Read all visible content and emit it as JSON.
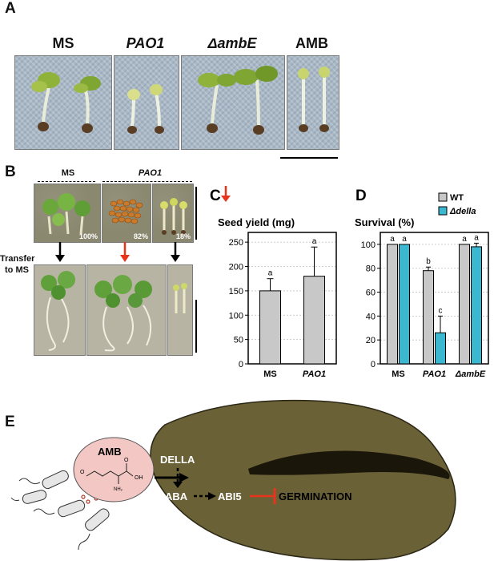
{
  "panel_a": {
    "letter": "A",
    "labels": [
      "MS",
      "PAO1",
      "ΔambE",
      "AMB"
    ]
  },
  "panel_b": {
    "letter": "B",
    "group_ms": "MS",
    "group_pao1": "PAO1",
    "percents": [
      "100%",
      "82%",
      "18%"
    ],
    "transfer_line1": "Transfer",
    "transfer_line2": "to MS"
  },
  "panel_e": {
    "letter": "E",
    "amb": "AMB",
    "della": "DELLA",
    "aba": "ABA",
    "abi5": "ABI5",
    "germination": "GERMINATION",
    "chem_oh": "OH",
    "chem_o": "O",
    "chem_nh2": "NH₂"
  },
  "colors": {
    "wt": "#c8c8c8",
    "della": "#3bb7d0",
    "arrow_red": "#e8341c",
    "seed": "#6b6137"
  },
  "chart_data": [
    {
      "panel": "C",
      "type": "bar",
      "title": "Seed yield (mg)",
      "categories": [
        "MS",
        "PAO1"
      ],
      "values": [
        150,
        180
      ],
      "errors": [
        25,
        60
      ],
      "letters": [
        "a",
        "a"
      ],
      "ylim": [
        0,
        270
      ],
      "yticks": [
        0,
        50,
        100,
        150,
        200,
        250
      ],
      "grid": true
    },
    {
      "panel": "D",
      "type": "bar",
      "title": "Survival (%)",
      "categories": [
        "MS",
        "PAO1",
        "ΔambE"
      ],
      "series": [
        {
          "name": "WT",
          "values": [
            100,
            78,
            100
          ],
          "errors": [
            0,
            3,
            0
          ],
          "letters": [
            "a",
            "b",
            "a"
          ]
        },
        {
          "name": "Δdella",
          "values": [
            100,
            26,
            98
          ],
          "errors": [
            0,
            14,
            3
          ],
          "letters": [
            "a",
            "c",
            "a"
          ]
        }
      ],
      "ylim": [
        0,
        110
      ],
      "yticks": [
        0,
        20,
        40,
        60,
        80,
        100
      ],
      "grid": true,
      "legend": "top-right"
    }
  ]
}
